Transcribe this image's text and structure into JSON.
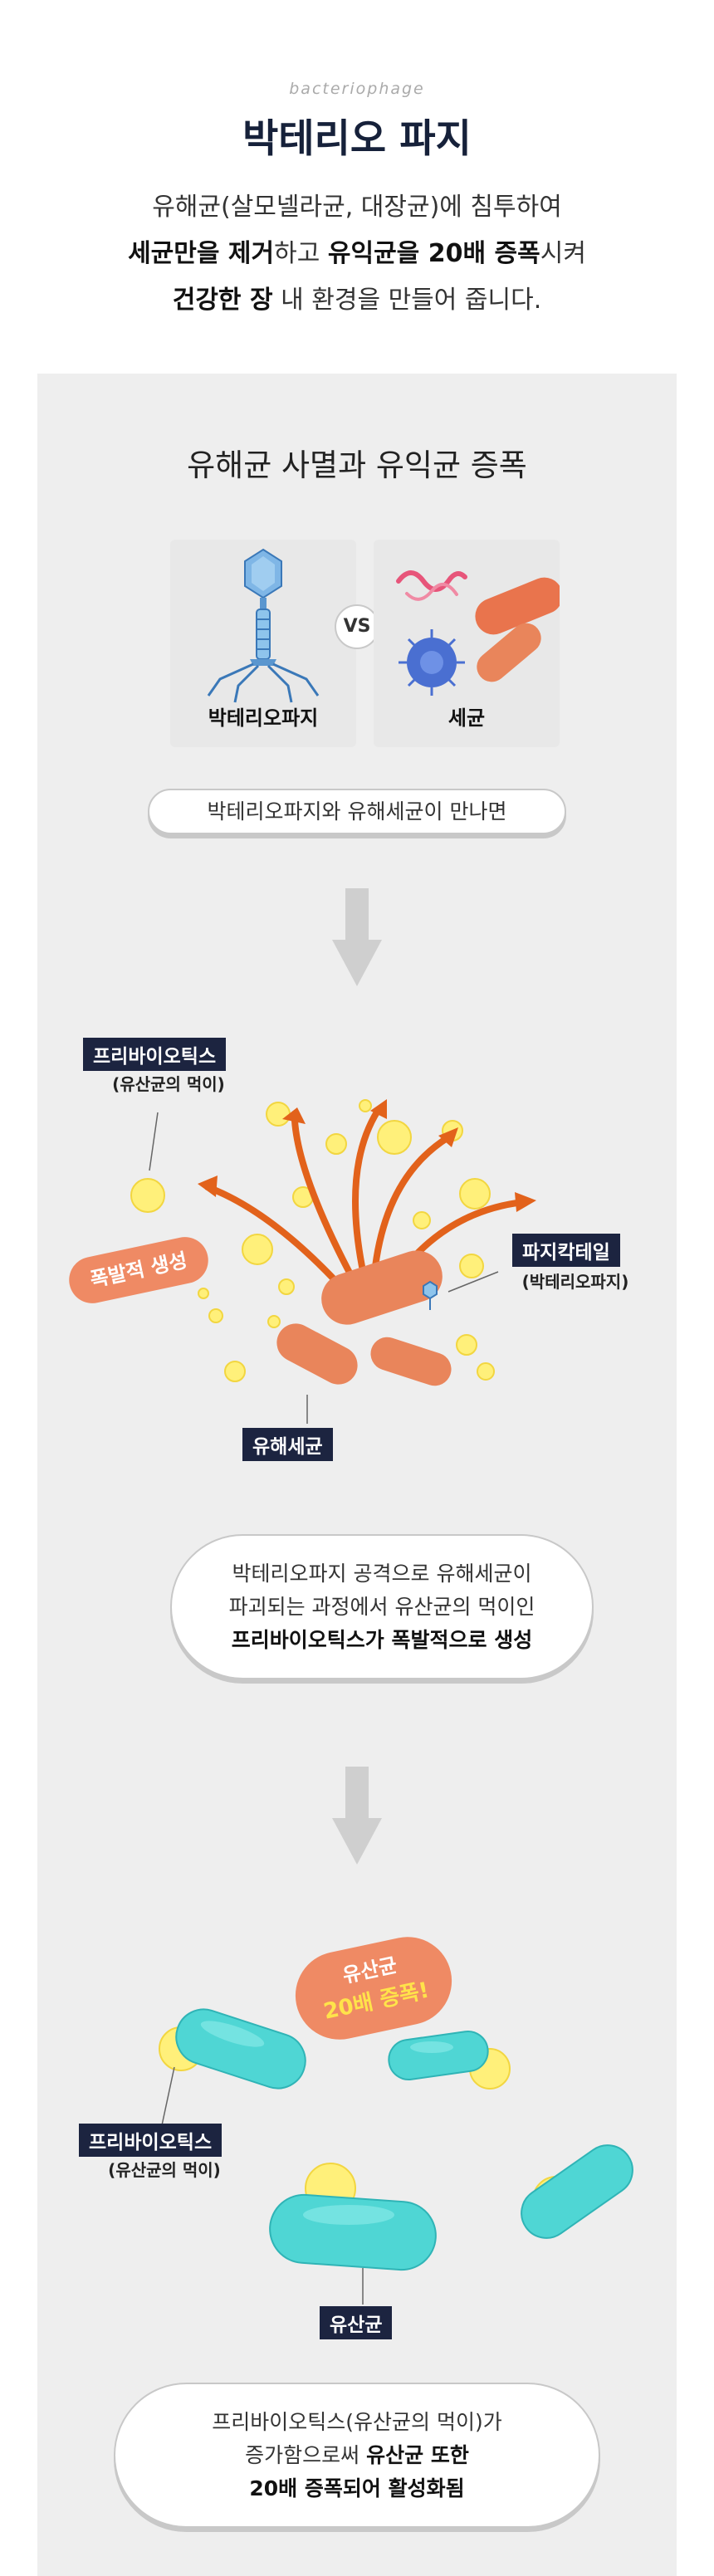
{
  "header": {
    "eyebrow": "bacteriophage",
    "title": "박테리오 파지",
    "intro_line1": "유해균(살모넬라균, 대장균)에 침투하여",
    "intro_line2_b1": "세균만을 제거",
    "intro_line2_t1": "하고 ",
    "intro_line2_b2": "유익균을 20배 증폭",
    "intro_line2_t2": "시켜",
    "intro_line3_b1": "건강한 장",
    "intro_line3_t1": " 내 환경을 만들어 줍니다."
  },
  "section": {
    "title": "유해균 사멸과 유익균 증폭",
    "card_left_label": "박테리오파지",
    "card_right_label": "세균",
    "vs": "VS",
    "pill1": "박테리오파지와 유해세균이 만나면"
  },
  "stage1": {
    "prebiotics_tag": "프리바이오틱스",
    "prebiotics_sub": "(유산균의 먹이)",
    "burst_badge": "폭발적 생성",
    "phage_tail_tag": "파지칵테일",
    "phage_tail_sub": "(박테리오파지)",
    "harmful_tag": "유해세균",
    "pill_line1": "박테리오파지 공격으로 유해세균이",
    "pill_line2": "파괴되는 과정에서 유산균의 먹이인",
    "pill_line3": "프리바이오틱스가 폭발적으로 생성"
  },
  "stage2": {
    "grow_badge_line1": "유산균",
    "grow_badge_line2": "20배 증폭!",
    "prebiotics_tag": "프리바이오틱스",
    "prebiotics_sub": "(유산균의 먹이)",
    "lactobacillus_tag": "유산균",
    "pill_line1": "프리바이오틱스(유산균의 먹이)가",
    "pill_line2_t1": "증가함으로써 ",
    "pill_line2_b1": "유산균 또한",
    "pill_line3": "20배 증폭되어 활성화됨"
  },
  "colors": {
    "navy": "#1c2440",
    "orange": "#ef8a64",
    "arrow_orange": "#e2621b",
    "cyan": "#4fd6d4",
    "yellow": "#fff07a",
    "panel": "#eeeeee"
  },
  "icons": {
    "card_left": "bacteriophage-icon",
    "card_right": "bacteria-icon",
    "arrows": "down-arrow-icon"
  }
}
